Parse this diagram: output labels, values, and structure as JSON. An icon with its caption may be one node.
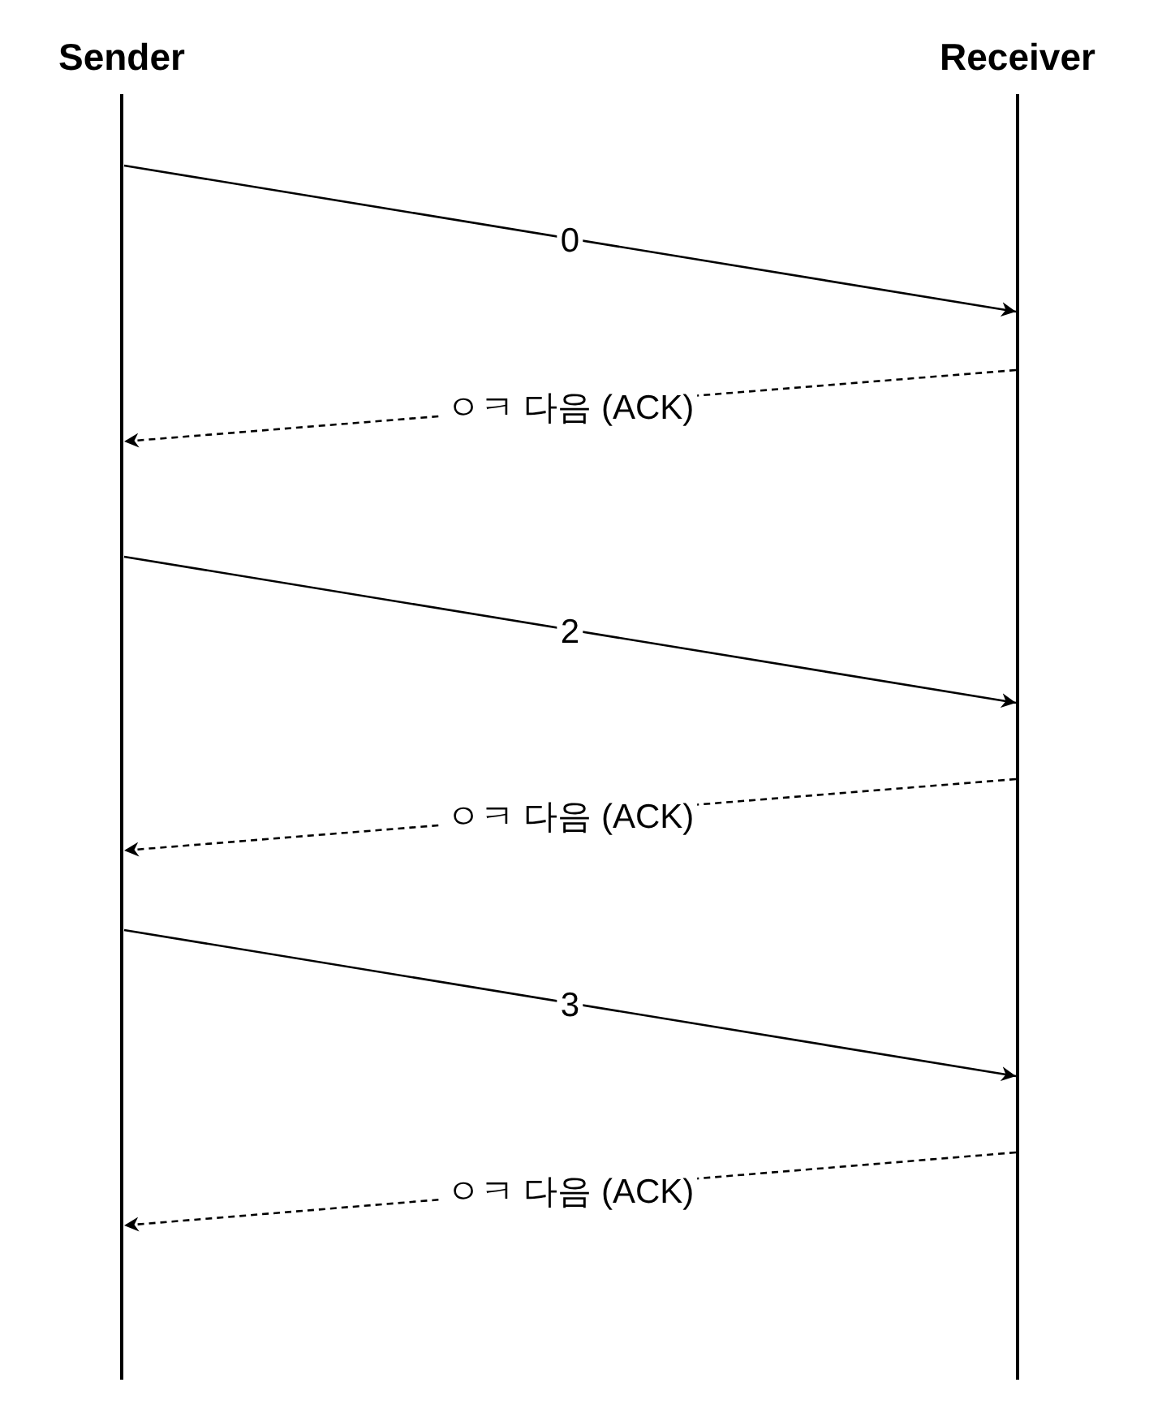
{
  "diagram": {
    "nodes": [
      {
        "text": [
          "Sender"
        ]
      },
      {
        "text": [
          "Receiver"
        ]
      }
    ],
    "edges": [
      {
        "from": 0,
        "to": 1,
        "arrow": "to",
        "label": "0"
      },
      {
        "from": 1,
        "to": 0,
        "arrow": "to",
        "label": "ㅇㅋ 다음 (ACK)",
        "style": "dashed"
      },
      {
        "from": 0,
        "to": 1,
        "arrow": "to",
        "label": "2"
      },
      {
        "from": 1,
        "to": 0,
        "arrow": "to",
        "label": "ㅇㅋ 다음 (ACK)",
        "style": "dashed"
      },
      {
        "from": 0,
        "to": 1,
        "arrow": "to",
        "label": "3"
      },
      {
        "from": 1,
        "to": 0,
        "arrow": "to",
        "label": "ㅇㅋ 다음 (ACK)",
        "style": "dashed"
      }
    ]
  }
}
